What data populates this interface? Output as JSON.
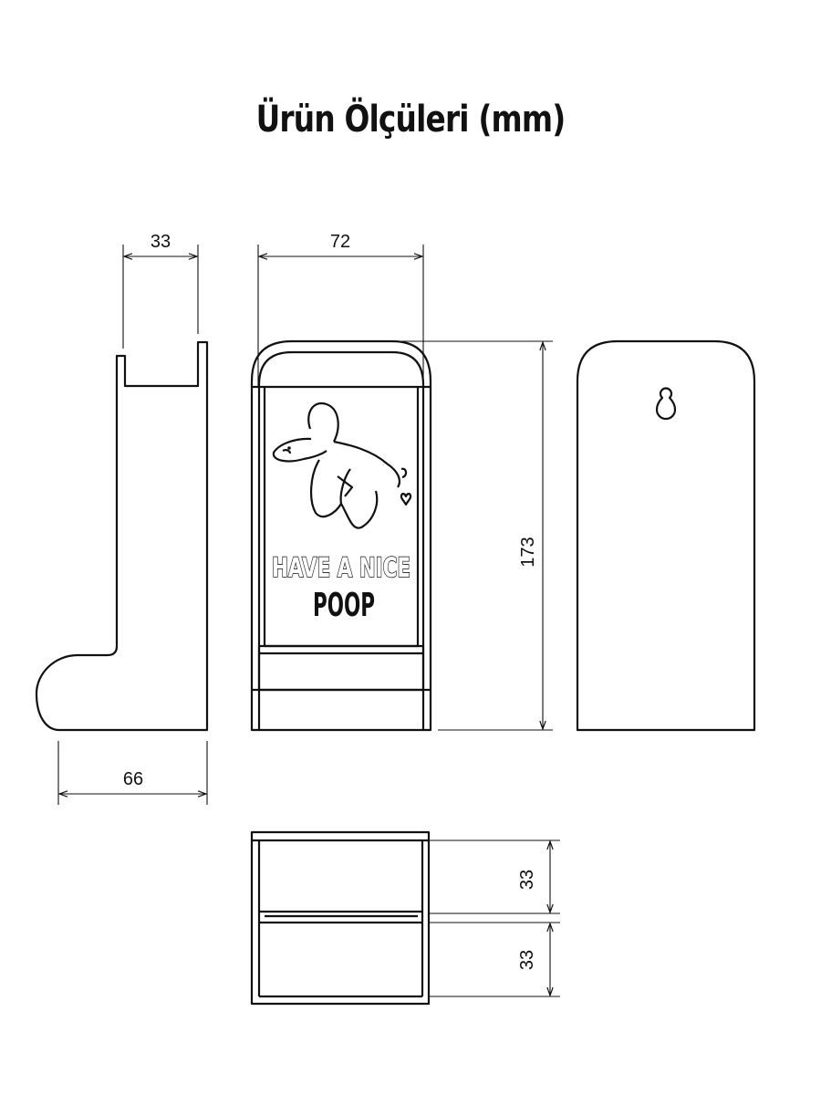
{
  "title": "Ürün Ölçüleri (mm)",
  "dimensions": {
    "side_depth_top": "33",
    "front_width": "72",
    "height": "173",
    "side_depth_base": "66",
    "bottom_upper": "33",
    "bottom_lower": "33"
  },
  "sign": {
    "line1": "HAVE A NICE",
    "line2": "POOP"
  },
  "icons": {
    "artwork": "balloon-dog-icon",
    "accent": "heart-icon",
    "mount": "keyhole-icon"
  },
  "colors": {
    "line": "#111111",
    "background": "#ffffff"
  }
}
